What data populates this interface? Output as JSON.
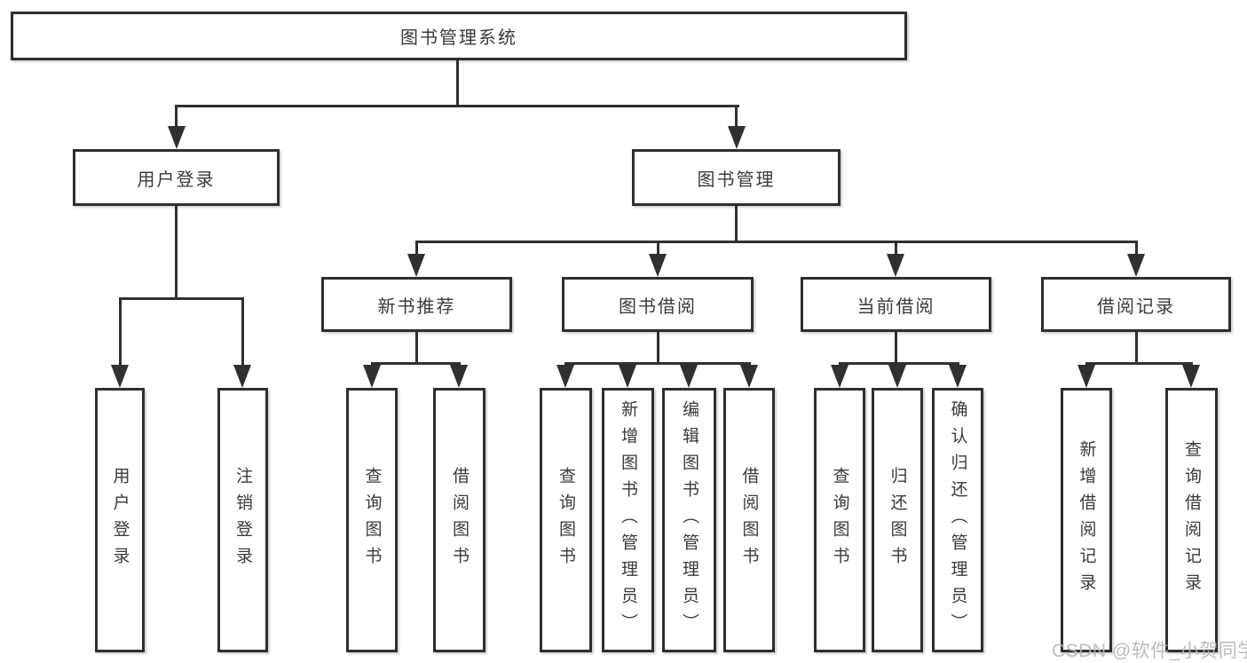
{
  "diagram_title": "图书管理系统",
  "nodes": {
    "root": "图书管理系统",
    "login": "用户登录",
    "manage": "图书管理",
    "newbook": "新书推荐",
    "borrow": "图书借阅",
    "current": "当前借阅",
    "record": "借阅记录",
    "login_user": "用户登录",
    "login_logout": "注销登录",
    "nb_query": "查询图书",
    "nb_borrow": "借阅图书",
    "bw_query": "查询图书",
    "bw_add": "新增图书（管理员）",
    "bw_edit": "编辑图书（管理员）",
    "bw_borrow": "借阅图书",
    "cur_query": "查询图书",
    "cur_return": "归还图书",
    "cur_confirm": "确认归还（管理员）",
    "rec_add": "新增借阅记录",
    "rec_query": "查询借阅记录"
  },
  "hierarchy": {
    "图书管理系统": {
      "用户登录": [
        "用户登录",
        "注销登录"
      ],
      "图书管理": {
        "新书推荐": [
          "查询图书",
          "借阅图书"
        ],
        "图书借阅": [
          "查询图书",
          "新增图书（管理员）",
          "编辑图书（管理员）",
          "借阅图书"
        ],
        "当前借阅": [
          "查询图书",
          "归还图书",
          "确认归还（管理员）"
        ],
        "借阅记录": [
          "新增借阅记录",
          "查询借阅记录"
        ]
      }
    }
  },
  "watermark": "CSDN @软件_小贺同学",
  "colors": {
    "line": "#303030",
    "border": "#2e2e2e",
    "text": "#3a3a3a",
    "watermark": "#b5b5b5",
    "background": "#ffffff"
  }
}
